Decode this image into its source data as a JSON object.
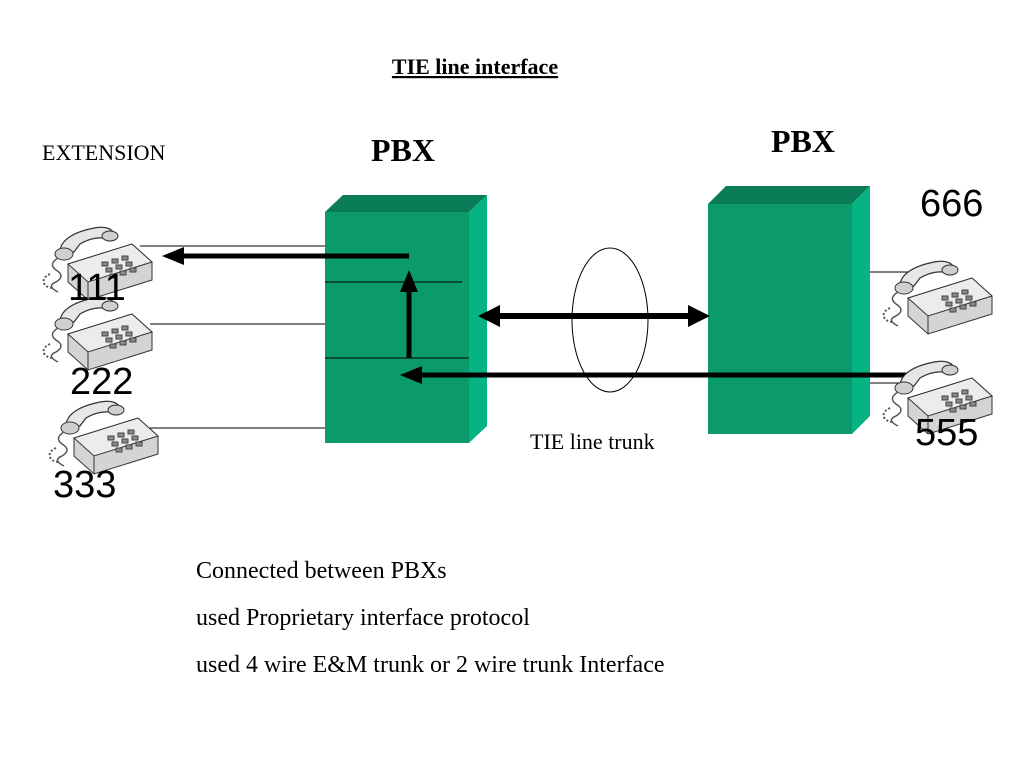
{
  "title": "TIE line interface",
  "extension_label": "EXTENSION",
  "pbx_left_label": "PBX",
  "pbx_right_label": "PBX",
  "trunk_label": "TIE line trunk",
  "extensions_left": [
    "111",
    "222",
    "333"
  ],
  "extensions_right": [
    "666",
    "555"
  ],
  "notes": [
    "Connected between PBXs",
    "used Proprietary interface protocol",
    "used 4 wire E&M trunk or 2 wire trunk Interface"
  ],
  "icons": {
    "phone": "desk-phone-icon"
  },
  "colors": {
    "pbx_front": "#0b9a6c",
    "pbx_top": "#0a7c57",
    "pbx_side": "#06b483",
    "line": "#000000"
  }
}
